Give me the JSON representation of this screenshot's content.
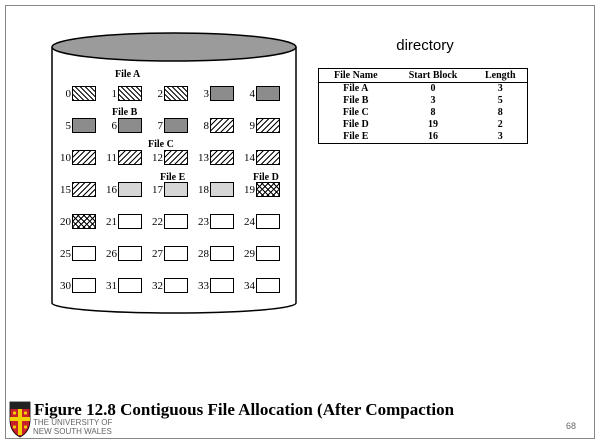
{
  "directory": {
    "title": "directory",
    "headers": [
      "File Name",
      "Start Block",
      "Length"
    ],
    "rows": [
      [
        "File A",
        "0",
        "3"
      ],
      [
        "File B",
        "3",
        "5"
      ],
      [
        "File C",
        "8",
        "8"
      ],
      [
        "File D",
        "19",
        "2"
      ],
      [
        "File E",
        "16",
        "3"
      ]
    ]
  },
  "disk": {
    "file_labels": [
      "File A",
      "File B",
      "File C",
      "File E",
      "File D"
    ],
    "blocks": [
      {
        "n": "0",
        "file": "A"
      },
      {
        "n": "1",
        "file": "A"
      },
      {
        "n": "2",
        "file": "A"
      },
      {
        "n": "3",
        "file": "B"
      },
      {
        "n": "4",
        "file": "B"
      },
      {
        "n": "5",
        "file": "B"
      },
      {
        "n": "6",
        "file": "B"
      },
      {
        "n": "7",
        "file": "B"
      },
      {
        "n": "8",
        "file": "C"
      },
      {
        "n": "9",
        "file": "C"
      },
      {
        "n": "10",
        "file": "C"
      },
      {
        "n": "11",
        "file": "C"
      },
      {
        "n": "12",
        "file": "C"
      },
      {
        "n": "13",
        "file": "C"
      },
      {
        "n": "14",
        "file": "C"
      },
      {
        "n": "15",
        "file": "C"
      },
      {
        "n": "16",
        "file": "E"
      },
      {
        "n": "17",
        "file": "E"
      },
      {
        "n": "18",
        "file": "E"
      },
      {
        "n": "19",
        "file": "D"
      },
      {
        "n": "20",
        "file": "D"
      },
      {
        "n": "21",
        "file": ""
      },
      {
        "n": "22",
        "file": ""
      },
      {
        "n": "23",
        "file": ""
      },
      {
        "n": "24",
        "file": ""
      },
      {
        "n": "25",
        "file": ""
      },
      {
        "n": "26",
        "file": ""
      },
      {
        "n": "27",
        "file": ""
      },
      {
        "n": "28",
        "file": ""
      },
      {
        "n": "29",
        "file": ""
      },
      {
        "n": "30",
        "file": ""
      },
      {
        "n": "31",
        "file": ""
      },
      {
        "n": "32",
        "file": ""
      },
      {
        "n": "33",
        "file": ""
      },
      {
        "n": "34",
        "file": ""
      }
    ]
  },
  "caption": "Figure 12.8   Contiguous File Allocation (After Compaction",
  "university": [
    "THE UNIVERSITY OF",
    "NEW SOUTH WALES"
  ],
  "page_number": "68"
}
